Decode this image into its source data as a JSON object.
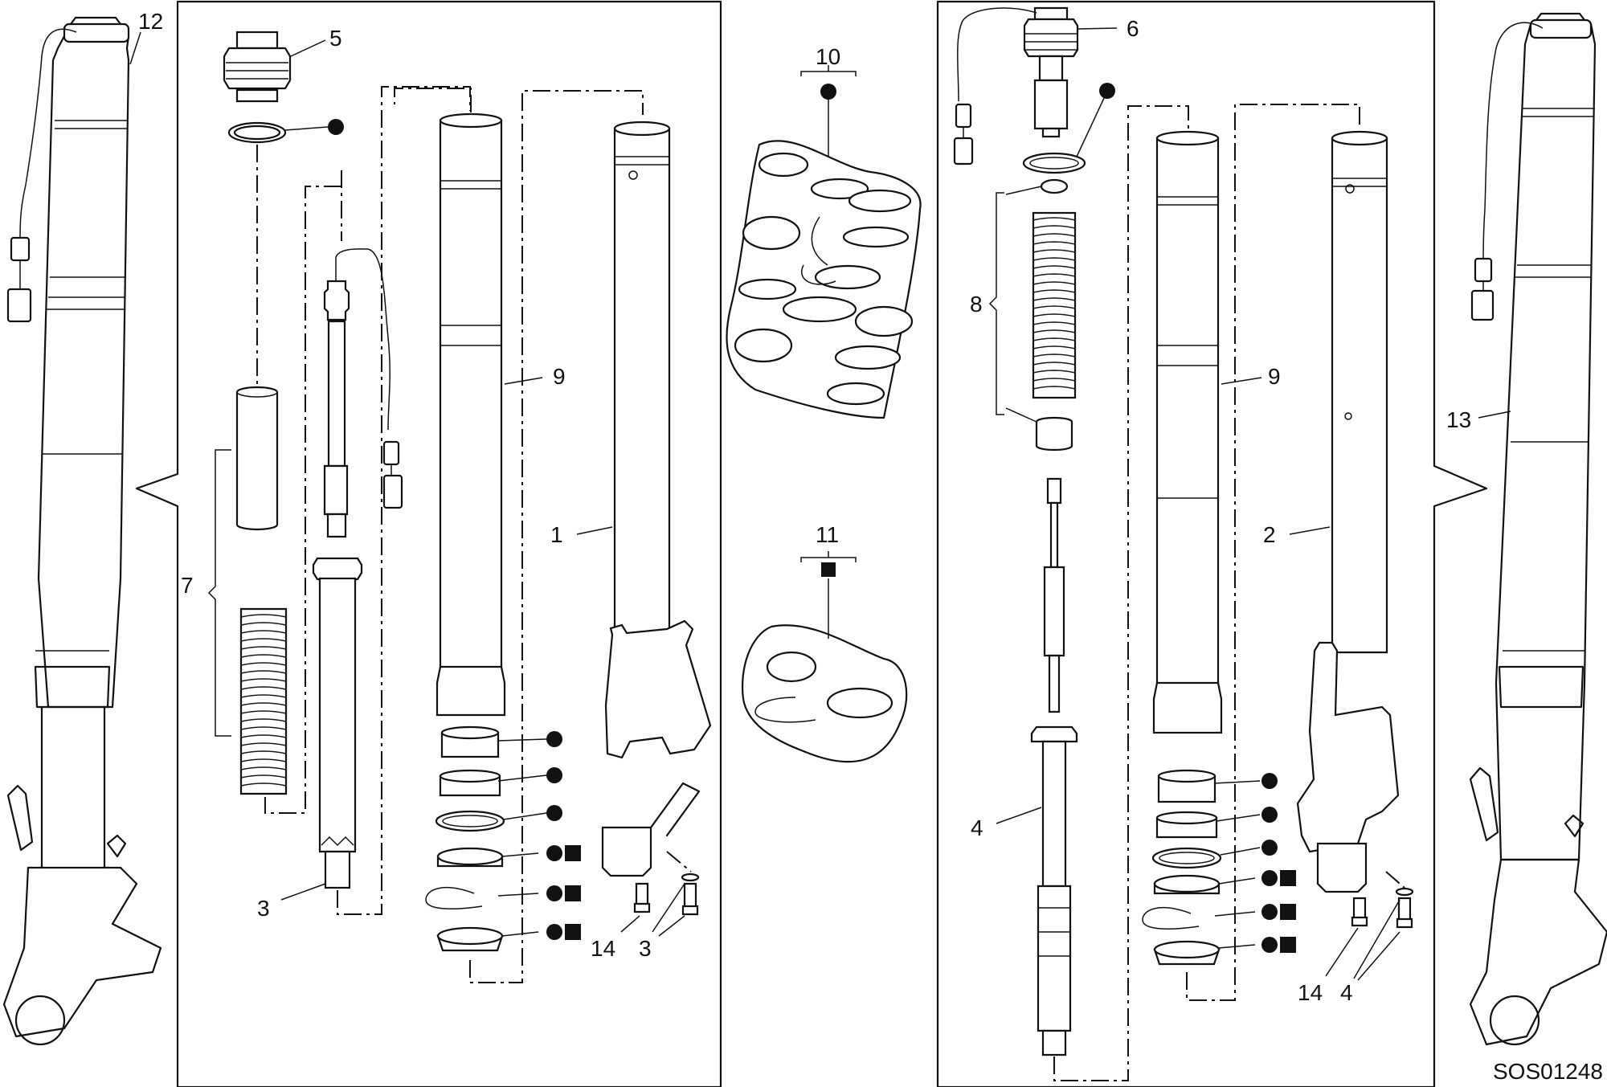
{
  "callouts": {
    "c1": "1",
    "c2": "2",
    "c3a": "3",
    "c3b": "3",
    "c4a": "4",
    "c4b": "4",
    "c5": "5",
    "c6": "6",
    "c7": "7",
    "c8": "8",
    "c9a": "9",
    "c9b": "9",
    "c10": "10",
    "c11": "11",
    "c12": "12",
    "c13": "13",
    "c14a": "14",
    "c14b": "14"
  },
  "diagram_code": "SOS01248",
  "legend_symbols": [
    "circle",
    "square"
  ],
  "colors": {
    "line": "#111111",
    "background": "#ffffff"
  }
}
